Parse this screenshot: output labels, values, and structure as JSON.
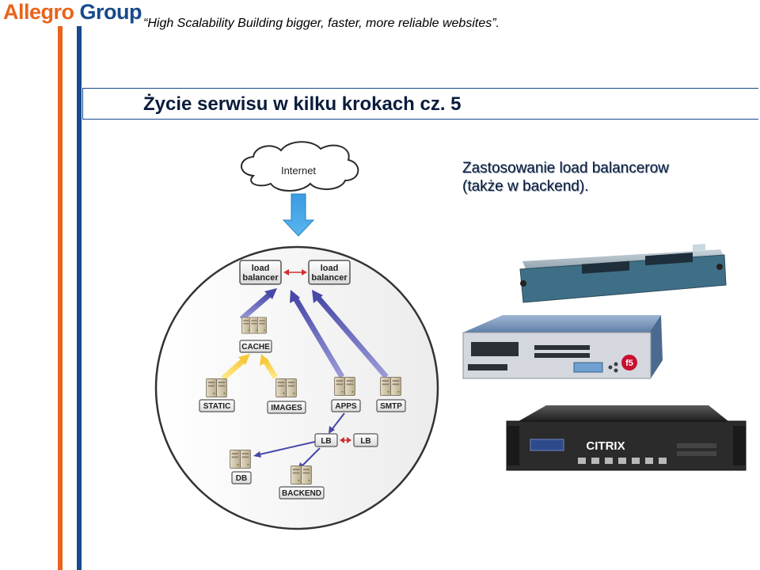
{
  "header": {
    "logo_part1": "Allegro",
    "logo_part2": "Group",
    "subtitle": "“High Scalability Building bigger, faster, more reliable websites”."
  },
  "slide": {
    "title": "Życie serwisu w kilku krokach cz. 5",
    "caption_line1": "Zastosowanie load balancerow",
    "caption_line2": "(także w backend)."
  },
  "diagram": {
    "internet": "Internet",
    "lb_left_1": "load",
    "lb_left_2": "balancer",
    "lb_right_1": "load",
    "lb_right_2": "balancer",
    "cache": "CACHE",
    "static": "STATIC",
    "images": "IMAGES",
    "apps": "APPS",
    "smtp": "SMTP",
    "lb1": "LB",
    "lb2": "LB",
    "db": "DB",
    "backend": "BACKEND"
  },
  "devices": {
    "citrix_brand": "CITRIX",
    "f5_brand": "f5"
  },
  "colors": {
    "orange": "#e8641b",
    "blue": "#174a8c",
    "title": "#0a1c3c"
  }
}
